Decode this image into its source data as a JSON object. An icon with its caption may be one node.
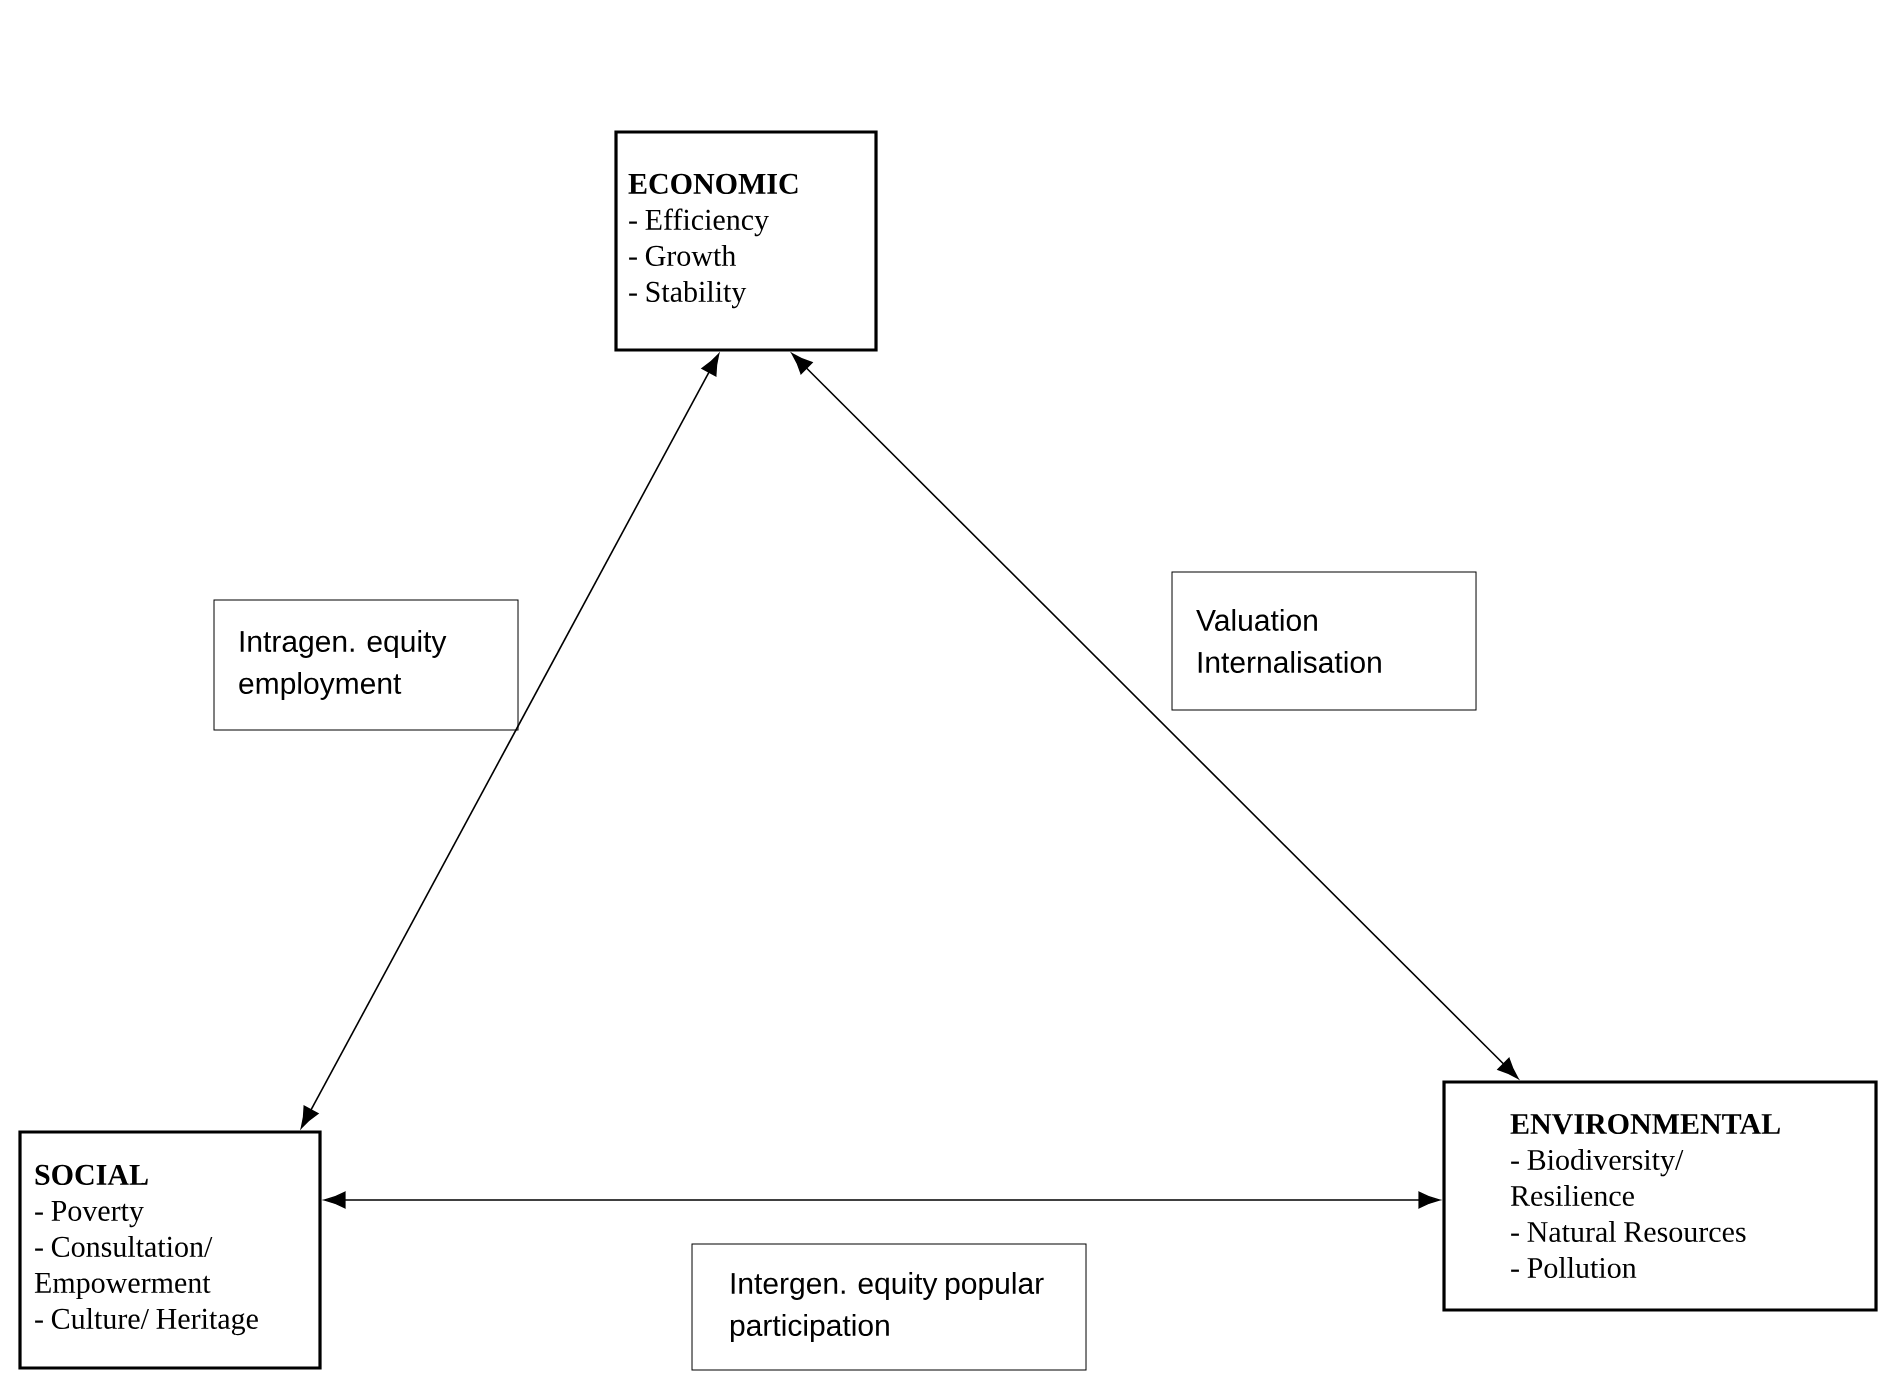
{
  "diagram": {
    "nodes": [
      {
        "text": [
          "ECONOMIC",
          "- Efficiency",
          "- Growth",
          "- Stability"
        ]
      },
      {
        "text": [
          "SOCIAL",
          "- Poverty",
          "- Consultation/ Empowerment",
          "- Culture/ Heritage"
        ]
      },
      {
        "text": [
          "ENVIRONMENTAL",
          "- Biodiversity/ Resilience",
          "- Natural Resources",
          "- Pollution"
        ]
      },
      {
        "text": [
          "Intragen. equity employment"
        ]
      },
      {
        "text": [
          "Valuation Internalisation"
        ]
      },
      {
        "text": [
          "Intergen. equity popular participation"
        ]
      }
    ],
    "edges": [
      {
        "from": 0,
        "to": 1,
        "arrow": "both"
      },
      {
        "from": 0,
        "to": 2,
        "arrow": "both"
      },
      {
        "from": 1,
        "to": 2,
        "arrow": "both"
      }
    ]
  }
}
